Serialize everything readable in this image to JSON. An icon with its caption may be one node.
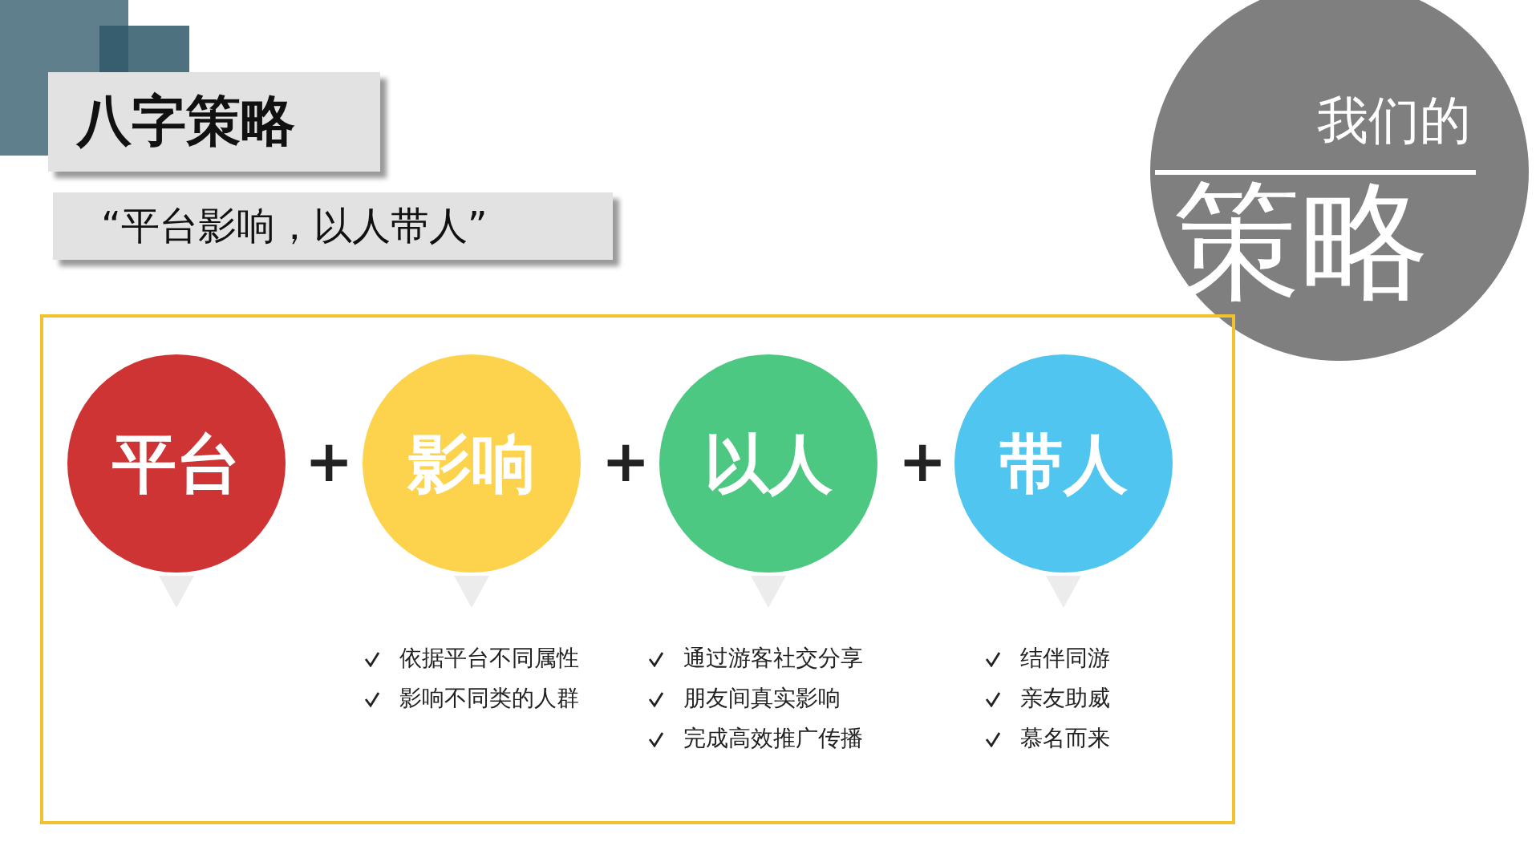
{
  "diagram": {
    "title": "八字策略",
    "nodes": [
      {
        "text": [
          "我们的",
          "策略"
        ]
      },
      {
        "text": [],
        "shape": "box"
      },
      {
        "text": [
          "平台"
        ],
        "in": 1
      },
      {
        "text": [
          "影响"
        ],
        "in": 1,
        "beside": [
          "依据平台不同属性",
          "影响不同类的人群"
        ]
      },
      {
        "text": [
          "以人"
        ],
        "in": 1,
        "beside": [
          "通过游客社交分享",
          "朋友间真实影响",
          "完成高效推广传播"
        ]
      },
      {
        "text": [
          "带人"
        ],
        "in": 1,
        "beside": [
          "结伴同游",
          "亲友助威",
          "慕名而来"
        ]
      }
    ],
    "edges": [],
    "labels": [
      "“平台影响，以人带人”",
      "+",
      "+",
      "+"
    ]
  }
}
